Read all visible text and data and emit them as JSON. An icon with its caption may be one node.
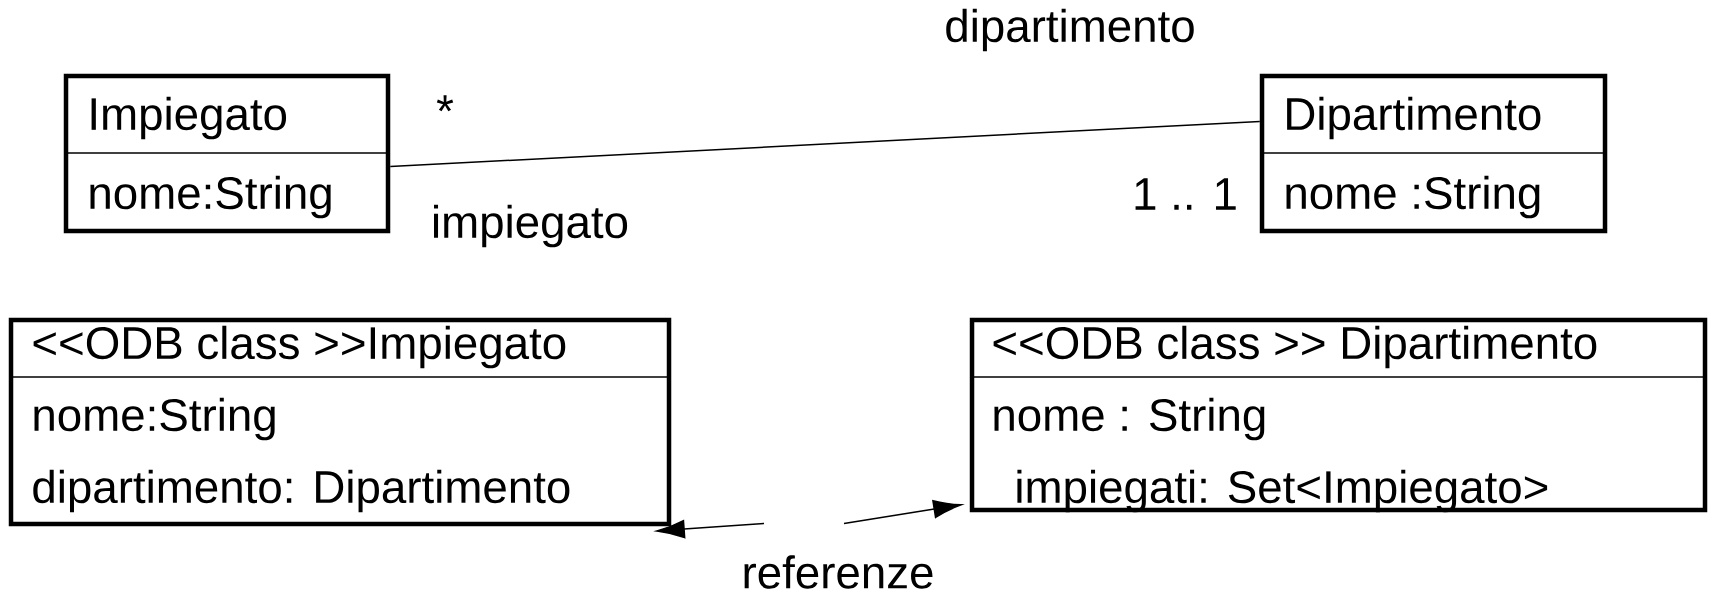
{
  "diagram": {
    "nodes": [
      {
        "text": [
          "Impiegato",
          "nome:String"
        ]
      },
      {
        "text": [
          "Dipartimento",
          "nome :String"
        ]
      },
      {
        "text": [
          "<<ODB class >>Impiegato",
          "nome:String",
          "dipartimento: Dipartimento"
        ]
      },
      {
        "text": [
          "<<ODB class >> Dipartimento",
          "nome : String",
          "impiegati: Set<Impiegato>"
        ]
      },
      {
        "text": [
          "referenze"
        ]
      }
    ],
    "edges": [
      {
        "from": 0,
        "to": 1,
        "arrow": "none"
      },
      {
        "from": 4,
        "to": 2,
        "arrow": "to"
      },
      {
        "from": 4,
        "to": 3,
        "arrow": "to"
      }
    ],
    "labels": [
      "dipartimento",
      "*",
      "1 .. 1",
      "impiegato"
    ]
  }
}
